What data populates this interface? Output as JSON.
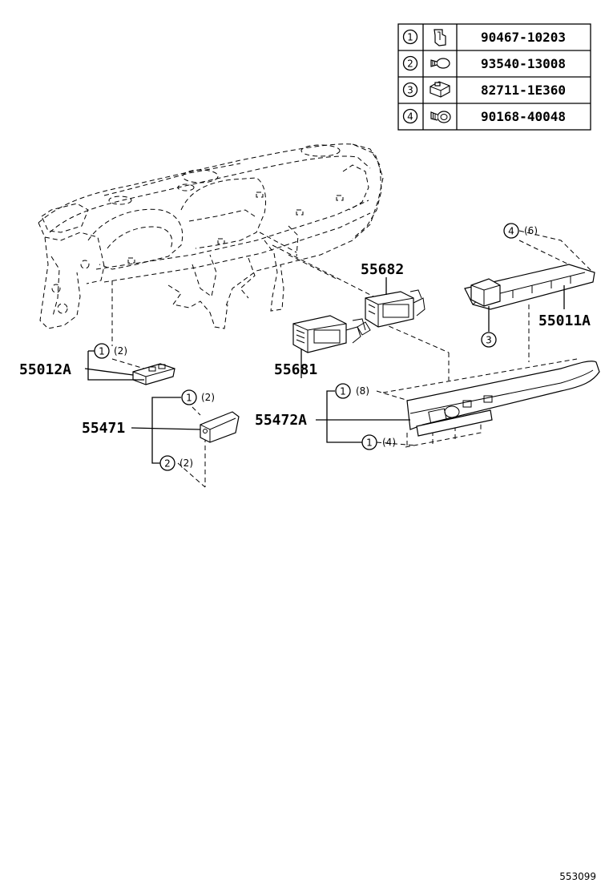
{
  "fastener_table": [
    {
      "index": "1",
      "icon": "clip-icon",
      "part_number": "90467-10203"
    },
    {
      "index": "2",
      "icon": "screw-icon",
      "part_number": "93540-13008"
    },
    {
      "index": "3",
      "icon": "nut-clip-icon",
      "part_number": "82711-1E360"
    },
    {
      "index": "4",
      "icon": "bolt-icon",
      "part_number": "90168-40048"
    }
  ],
  "parts": {
    "p55012a": "55012A",
    "p55681": "55681",
    "p55682": "55682",
    "p55011a": "55011A",
    "p55471": "55471",
    "p55472a": "55472A"
  },
  "callouts": {
    "c4_6": {
      "index": "4",
      "qty": "(6)"
    },
    "c3": {
      "index": "3"
    },
    "c1_2_left": {
      "index": "1",
      "qty": "(2)"
    },
    "c1_2_mid": {
      "index": "1",
      "qty": "(2)"
    },
    "c2_2": {
      "index": "2",
      "qty": "(2)"
    },
    "c1_8": {
      "index": "1",
      "qty": "(8)"
    },
    "c1_4": {
      "index": "1",
      "qty": "(4)"
    }
  },
  "reference_number": "553099"
}
